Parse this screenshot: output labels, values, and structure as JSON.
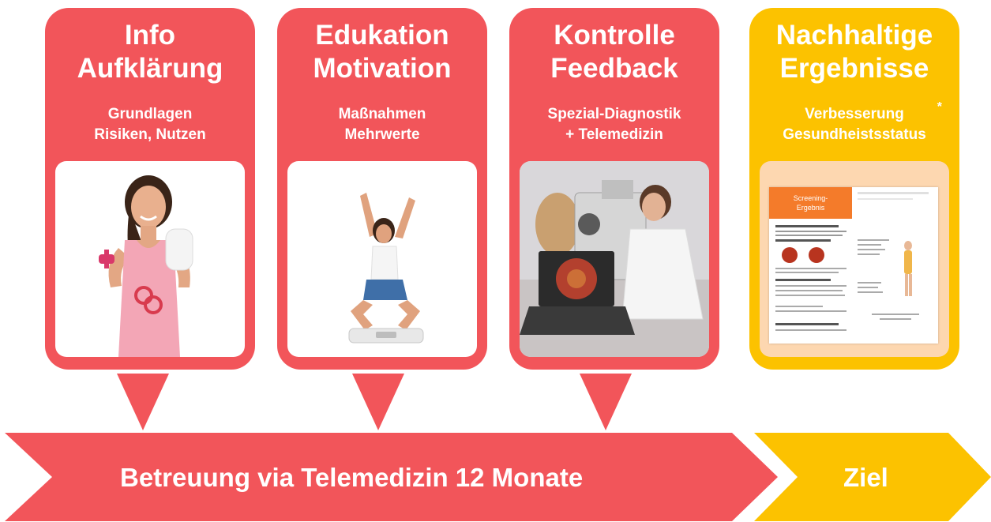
{
  "steps": [
    {
      "title_line1": "Info",
      "title_line2": "Aufklärung",
      "sub_line1": "Grundlagen",
      "sub_line2": "Risiken, Nutzen"
    },
    {
      "title_line1": "Edukation",
      "title_line2": "Motivation",
      "sub_line1": "Maßnahmen",
      "sub_line2": "Mehrwerte"
    },
    {
      "title_line1": "Kontrolle",
      "title_line2": "Feedback",
      "sub_line1": "Spezial-Diagnostik",
      "sub_line2": "+ Telemedizin"
    },
    {
      "title_line1": "Nachhaltige",
      "title_line2": "Ergebnisse",
      "sub_line1": "Verbesserung",
      "sub_line2": "Gesundheistsstatus",
      "asterisk": "*"
    }
  ],
  "document": {
    "header_line1": "Screening-",
    "header_line2": "Ergebnis"
  },
  "banner": {
    "main_label": "Betreuung via Telemedizin 12 Monate",
    "goal_label": "Ziel"
  },
  "colors": {
    "red": "#f2555a",
    "yellow": "#fcc200",
    "peach": "#fdd7b0",
    "text": "#ffffff"
  }
}
